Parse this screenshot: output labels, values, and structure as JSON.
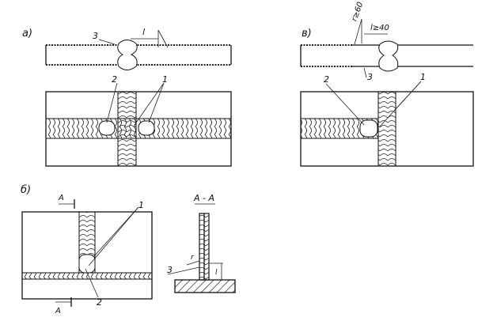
{
  "panels": {
    "a": {
      "label": "а)",
      "callout_3": "3",
      "dim_l": "l",
      "callout_2": "2",
      "callout_1": "1"
    },
    "v": {
      "label": "в)",
      "dim_r": "r≥60",
      "dim_l": "l≥40",
      "callout_3": "3",
      "callout_2": "2",
      "callout_1": "1"
    },
    "b": {
      "label": "б)",
      "section_mark_top": "A",
      "section_mark_bottom": "A",
      "callout_1": "1",
      "callout_2": "2"
    },
    "section": {
      "title": "A - A",
      "callout_3": "3",
      "dim_r": "r",
      "dim_l": "l"
    }
  }
}
